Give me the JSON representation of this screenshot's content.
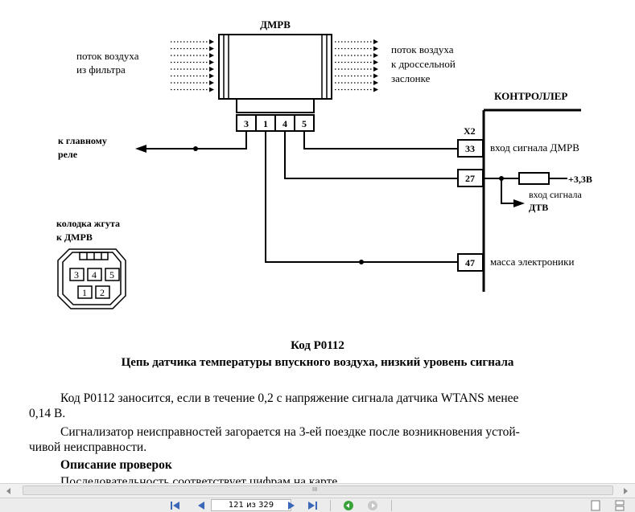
{
  "diagram": {
    "sensor_title": "ДМРВ",
    "airflow_in": [
      "поток воздуха",
      "из фильтра"
    ],
    "airflow_out": [
      "поток воздуха",
      "к дроссельной",
      "заслонке"
    ],
    "controller_title": "КОНТРОЛЛЕР",
    "connector_label": "X2",
    "sensor_pins": [
      "3",
      "1",
      "4",
      "5"
    ],
    "relay_label": [
      "к главному",
      "реле"
    ],
    "harness_label": [
      "колодка жгута",
      "к ДМРВ"
    ],
    "harness_pins_top": [
      "3",
      "4",
      "5"
    ],
    "harness_pins_bottom": [
      "1",
      "2"
    ],
    "controller_pins": [
      {
        "num": "33",
        "label": "вход сигнала ДМРВ"
      },
      {
        "num": "27",
        "label": ""
      },
      {
        "num": "47",
        "label": "масса электроники"
      }
    ],
    "voltage_label": "+3,3В",
    "dtv_label": [
      "вход сигнала",
      "ДТВ"
    ]
  },
  "caption": {
    "code": "Код P0112",
    "subtitle": "Цепь датчика температуры впускного воздуха, низкий уровень сигнала"
  },
  "body": {
    "p1_line1": "Код P0112 заносится, если в течение 0,2 с напряжение сигнала датчика WTANS менее",
    "p1_line2": "0,14 В.",
    "p2_line1": "Сигнализатор неисправностей загорается на 3-ей поездке после возникновения устой-",
    "p2_line2": "чивой неисправности.",
    "section_heading": "Описание проверок",
    "p3_line1": "Последовательность соответствует цифрам на карте"
  },
  "toolbar": {
    "page_indicator": "121 из 329",
    "scroll_grip": "III"
  }
}
